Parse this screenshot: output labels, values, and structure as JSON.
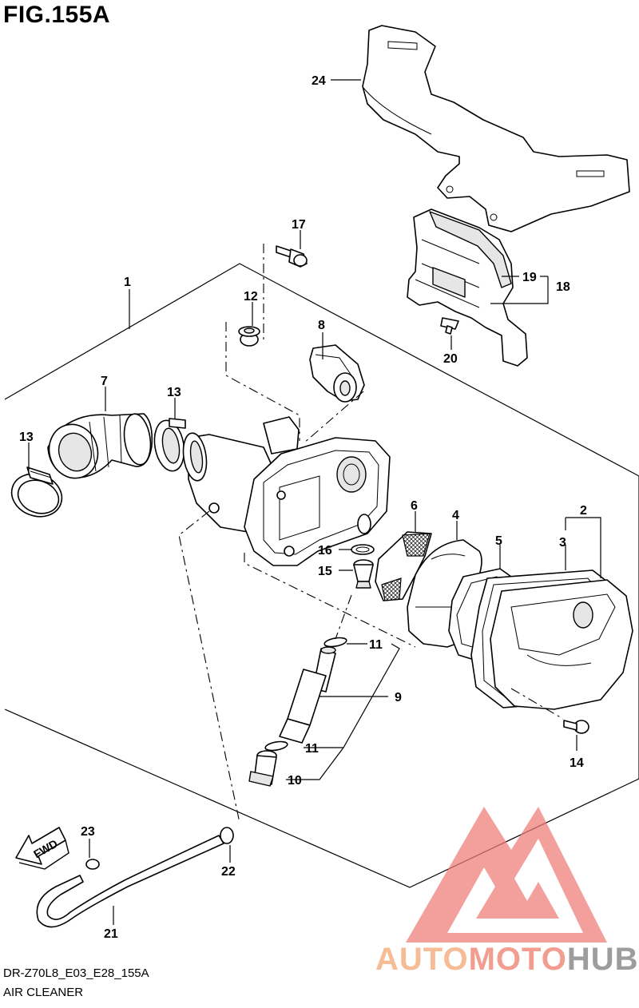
{
  "figure": {
    "title": "FIG.155A",
    "code": "DR-Z70L8_E03_E28_155A",
    "name": "AIR CLEANER"
  },
  "direction_arrow": {
    "text": "FWD"
  },
  "watermark": {
    "part1": "AUTO",
    "part2": "MOTO",
    "part3": "HUB",
    "colors": {
      "auto": "#f4b183",
      "moto": "#f08c7c",
      "hub": "#8c8c8c",
      "logo": "#ee7c78"
    }
  },
  "callouts": [
    {
      "id": "1",
      "text": "1"
    },
    {
      "id": "2",
      "text": "2"
    },
    {
      "id": "3",
      "text": "3"
    },
    {
      "id": "4",
      "text": "4"
    },
    {
      "id": "5",
      "text": "5"
    },
    {
      "id": "6",
      "text": "6"
    },
    {
      "id": "7",
      "text": "7"
    },
    {
      "id": "8",
      "text": "8"
    },
    {
      "id": "9",
      "text": "9"
    },
    {
      "id": "10",
      "text": "10"
    },
    {
      "id": "11a",
      "text": "11"
    },
    {
      "id": "11b",
      "text": "11"
    },
    {
      "id": "12",
      "text": "12"
    },
    {
      "id": "13a",
      "text": "13"
    },
    {
      "id": "13b",
      "text": "13"
    },
    {
      "id": "14",
      "text": "14"
    },
    {
      "id": "15",
      "text": "15"
    },
    {
      "id": "16",
      "text": "16"
    },
    {
      "id": "17",
      "text": "17"
    },
    {
      "id": "18",
      "text": "18"
    },
    {
      "id": "19",
      "text": "19"
    },
    {
      "id": "20",
      "text": "20"
    },
    {
      "id": "21",
      "text": "21"
    },
    {
      "id": "22",
      "text": "22"
    },
    {
      "id": "23",
      "text": "23"
    },
    {
      "id": "24",
      "text": "24"
    }
  ]
}
